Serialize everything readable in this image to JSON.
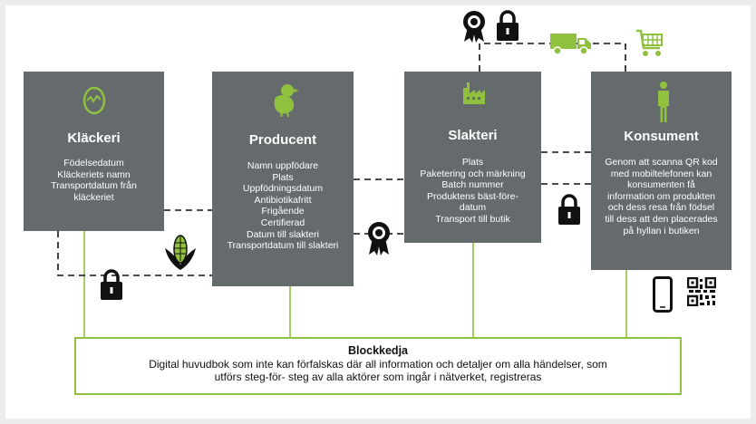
{
  "colors": {
    "box": "#656a6d",
    "accent": "#8fc13e",
    "dark": "#111111"
  },
  "boxes": {
    "klackeri": {
      "title": "Kläckeri",
      "icon": "egg-icon",
      "lines": [
        "Födelsedatum",
        "Kläckeriets namn",
        "Transportdatum från",
        "kläckeriet"
      ]
    },
    "producent": {
      "title": "Producent",
      "icon": "chick-icon",
      "lines": [
        "Namn uppfödare",
        "Plats",
        "Uppfödningsdatum",
        "Antibiotikafritt",
        "Frigående",
        "Certifierad",
        "Datum till slakteri",
        "Transportdatum till slakteri"
      ]
    },
    "slakteri": {
      "title": "Slakteri",
      "icon": "factory-icon",
      "lines": [
        "Plats",
        "Paketering och märkning",
        "Batch nummer",
        "Produktens bäst-före-",
        "datum",
        "Transport till butik"
      ]
    },
    "konsument": {
      "title": "Konsument",
      "icon": "person-icon",
      "lines": [
        "Genom att scanna QR kod",
        "med mobiltelefonen kan",
        "konsumenten få",
        "information om produkten",
        "och dess resa från födsel",
        "till dess att den placerades",
        "på hyllan i butiken"
      ]
    }
  },
  "blockchain": {
    "title": "Blockkedja",
    "lines": [
      "Digital huvudbok som inte kan förfalskas där all information och detaljer om alla händelser, som",
      "utförs steg-för- steg av alla aktörer som ingår i nätverket, registreras"
    ]
  },
  "icons": [
    "certificate-icon",
    "lock-icon",
    "truck-icon",
    "cart-icon",
    "corn-icon",
    "smartphone-icon",
    "qr-code-icon"
  ]
}
